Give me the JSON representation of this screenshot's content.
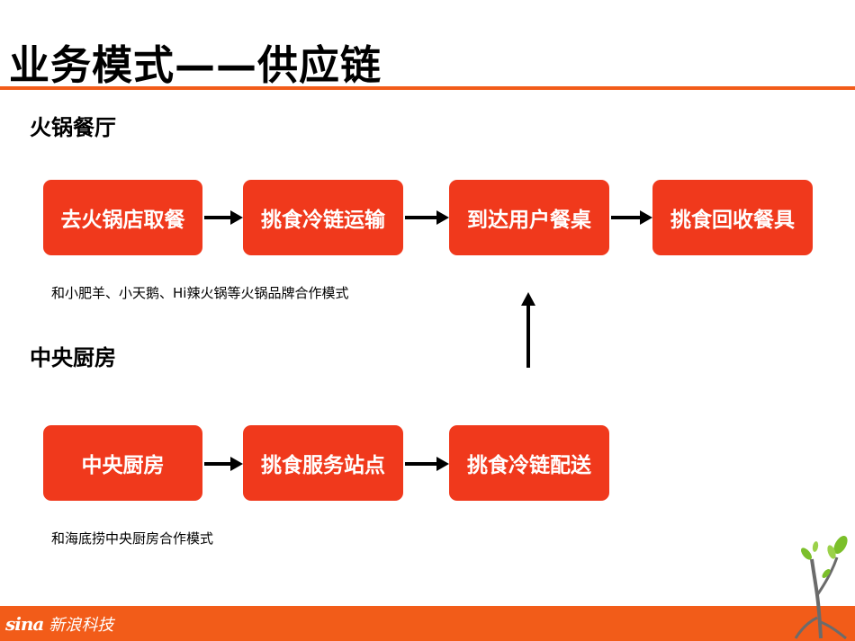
{
  "title": "业务模式——供应链",
  "section_hotpot": {
    "label": "火锅餐厅",
    "steps": [
      "去火锅店取餐",
      "挑食冷链运输",
      "到达用户餐桌",
      "挑食回收餐具"
    ],
    "note": "和小肥羊、小天鹅、Hi辣火锅等火锅品牌合作模式"
  },
  "section_kitchen": {
    "label": "中央厨房",
    "steps": [
      "中央厨房",
      "挑食服务站点",
      "挑食冷链配送"
    ],
    "note": "和海底捞中央厨房合作模式"
  },
  "footer": {
    "logo": "sina",
    "brand": "新浪科技"
  },
  "colors": {
    "accent": "#f25c19",
    "box": "#f0391c"
  }
}
